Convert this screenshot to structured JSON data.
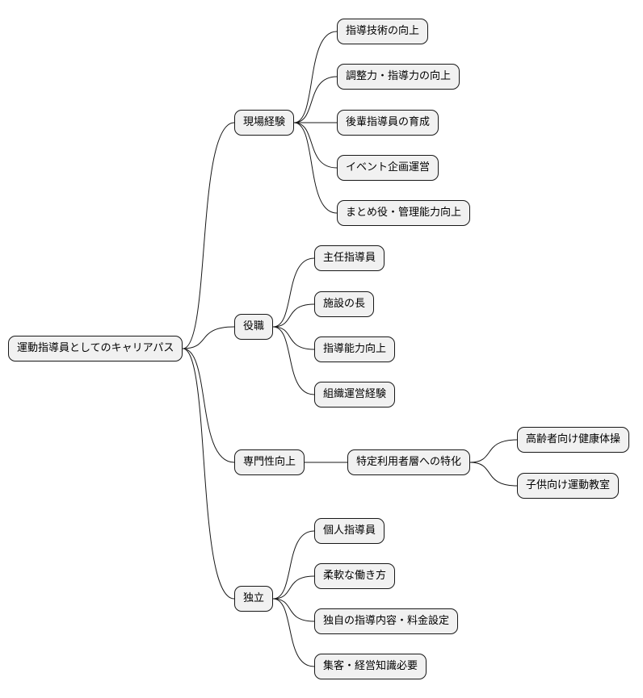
{
  "mindmap": {
    "root": "運動指導員としてのキャリアパス",
    "branches": [
      {
        "label": "現場経験",
        "children": [
          "指導技術の向上",
          "調整力・指導力の向上",
          "後輩指導員の育成",
          "イベント企画運営",
          "まとめ役・管理能力向上"
        ]
      },
      {
        "label": "役職",
        "children": [
          "主任指導員",
          "施設の長",
          "指導能力向上",
          "組織運営経験"
        ]
      },
      {
        "label": "専門性向上",
        "mid": "特定利用者層への特化",
        "children": [
          "高齢者向け健康体操",
          "子供向け運動教室"
        ]
      },
      {
        "label": "独立",
        "children": [
          "個人指導員",
          "柔軟な働き方",
          "独自の指導内容・料金設定",
          "集客・経営知識必要"
        ]
      }
    ]
  },
  "colors": {
    "node_fill": "#f1f1f1",
    "stroke": "#181818"
  }
}
